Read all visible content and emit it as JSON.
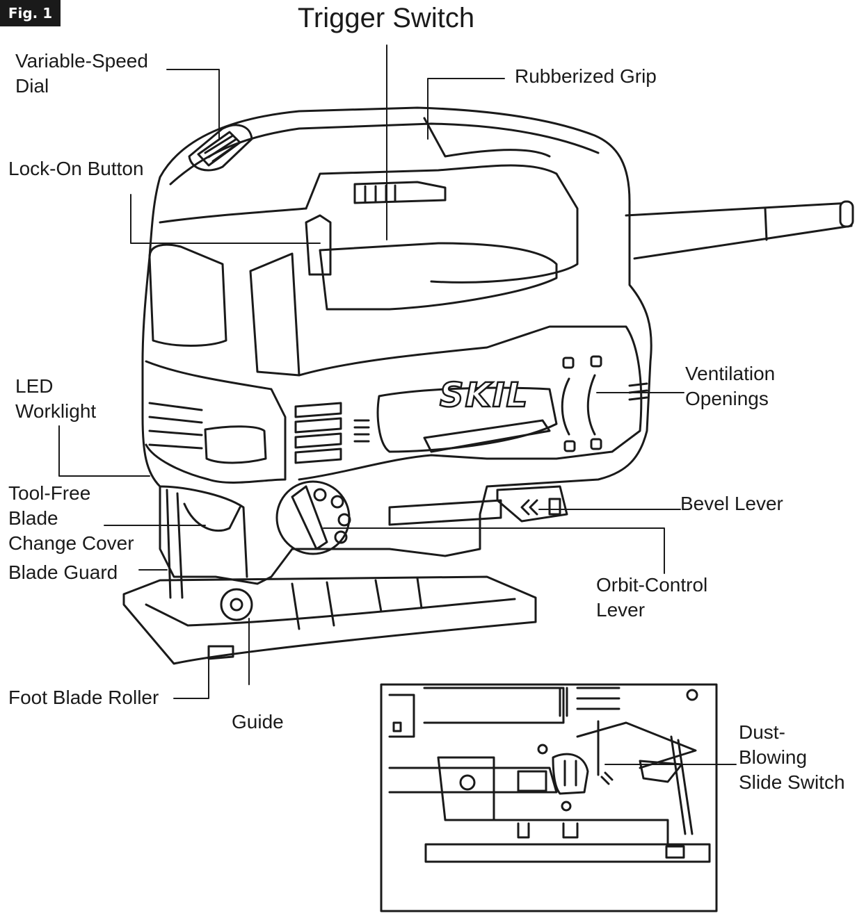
{
  "figure_tag": "Fig. 1",
  "title": "Trigger Switch",
  "brand_logo": "SKIL",
  "labels": {
    "variable_speed_dial": [
      "Variable-Speed",
      "Dial"
    ],
    "rubberized_grip": [
      "Rubberized Grip"
    ],
    "lock_on_button": [
      "Lock-On Button"
    ],
    "led_worklight": [
      "LED",
      "Worklight"
    ],
    "ventilation_openings": [
      "Ventilation",
      "Openings"
    ],
    "tool_free_blade_change_cover": [
      "Tool-Free",
      "Blade",
      "Change Cover"
    ],
    "bevel_lever": [
      "Bevel Lever"
    ],
    "blade_guard": [
      "Blade Guard"
    ],
    "orbit_control_lever": [
      "Orbit-Control",
      "Lever"
    ],
    "foot_blade_roller": [
      "Foot Blade Roller"
    ],
    "guide": [
      "Guide"
    ],
    "dust_blowing_slide_switch": [
      "Dust-",
      "Blowing",
      "Slide Switch"
    ]
  },
  "colors": {
    "ink": "#1a1a1a",
    "background": "#ffffff"
  }
}
